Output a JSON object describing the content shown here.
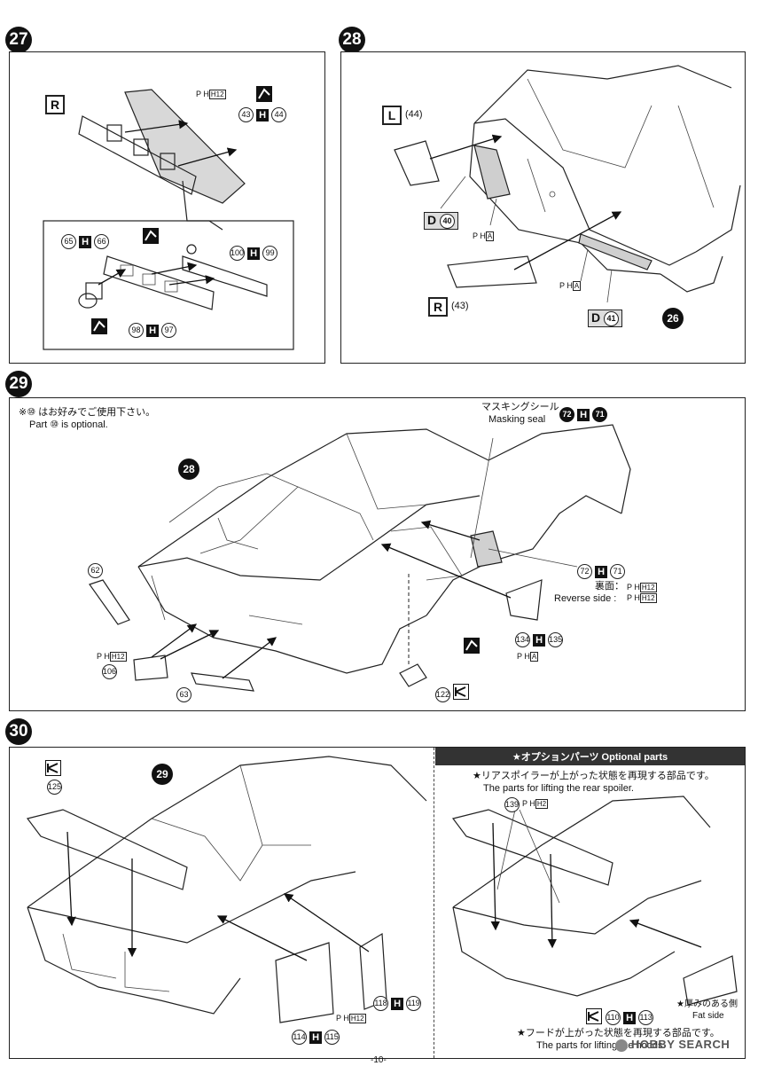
{
  "steps": {
    "s27": "27",
    "s28": "28",
    "s29": "29",
    "s30": "30"
  },
  "step27": {
    "view": "R",
    "paint_code": "H12",
    "parts_main": [
      "43",
      "44"
    ],
    "parts_a": [
      "65",
      "66"
    ],
    "parts_b": [
      "100",
      "99"
    ],
    "parts_c": [
      "98",
      "97"
    ]
  },
  "step28": {
    "view_left": "L",
    "view_left_part": "(44)",
    "view_right": "R",
    "view_right_part": "(43)",
    "decal_left": "D",
    "decal_left_num": "40",
    "decal_right": "D",
    "decal_right_num": "41",
    "paint_a": "A",
    "sub_step": "26"
  },
  "step29": {
    "note_jp": "※⑩ はお好みでご使用下さい。",
    "note_en": "Part ⑩ is optional.",
    "mask_jp": "マスキングシール",
    "mask_en": "Masking seal",
    "mask_parts": [
      "72",
      "71"
    ],
    "sub_step": "28",
    "parts_right": [
      "72",
      "71"
    ],
    "reverse_jp": "裏面：",
    "reverse_en": "Reverse side :",
    "reverse_paint": "H12",
    "part_62": "62",
    "part_106": "106",
    "part_63": "63",
    "parts_134": [
      "134",
      "135"
    ],
    "paint_a": "A",
    "part_122": "122",
    "paint_h12": "H12"
  },
  "step30": {
    "sub_step": "29",
    "part_125": "125",
    "parts_118": [
      "118",
      "119"
    ],
    "parts_114": [
      "114",
      "115"
    ],
    "paint_h12": "H12",
    "option_header": "★オプションパーツ Optional parts",
    "option_line1_jp": "★リアスポイラーが上がった状態を再現する部品です。",
    "option_line1_en": "The parts for lifting the rear spoiler.",
    "part_139": "139",
    "paint_h2": "H2",
    "fat_jp": "★厚みのある側",
    "fat_en": "Fat side",
    "parts_110": [
      "110",
      "113"
    ],
    "option_line2_jp": "★フードが上がった状態を再現する部品です。",
    "option_line2_en": "The parts for lifting the hoods."
  },
  "footer": {
    "page": "-10-",
    "brand": "HOBBY SEARCH"
  }
}
